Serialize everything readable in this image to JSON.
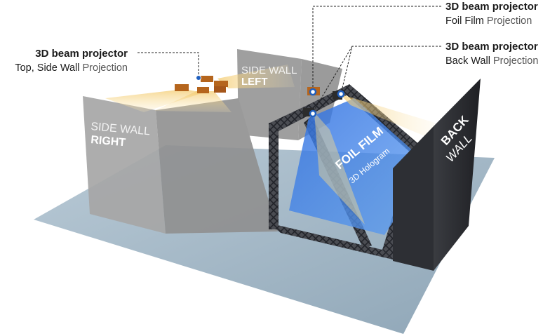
{
  "callouts": {
    "top_side": {
      "title": "3D beam projector",
      "desc_main": "Top, Side Wall",
      "desc_light": "Projection"
    },
    "foil": {
      "title": "3D beam projector",
      "desc_main": "Foil Film",
      "desc_light": "Projection"
    },
    "back": {
      "title": "3D beam projector",
      "desc_main": "Back Wall",
      "desc_light": "Projection"
    }
  },
  "walls": {
    "side_left_line1": "SIDE WALL",
    "side_left_line2": "LEFT",
    "side_right_line1": "SIDE WALL",
    "side_right_line2": "RIGHT",
    "back_line1": "BACK",
    "back_line2": "WALL"
  },
  "foil_film": {
    "title": "FOIL FILM",
    "subtitle": "3D Hologram"
  },
  "colors": {
    "floor": "#a9bccb",
    "wall_gray": "#9b9b9b",
    "back_wall": "#2b2d31",
    "truss": "#3a3c40",
    "foil_blue": "#3a7be0",
    "beam_yellow": "#f6d98a",
    "projector": "#b5651d",
    "marker_blue": "#1f5fbf"
  }
}
